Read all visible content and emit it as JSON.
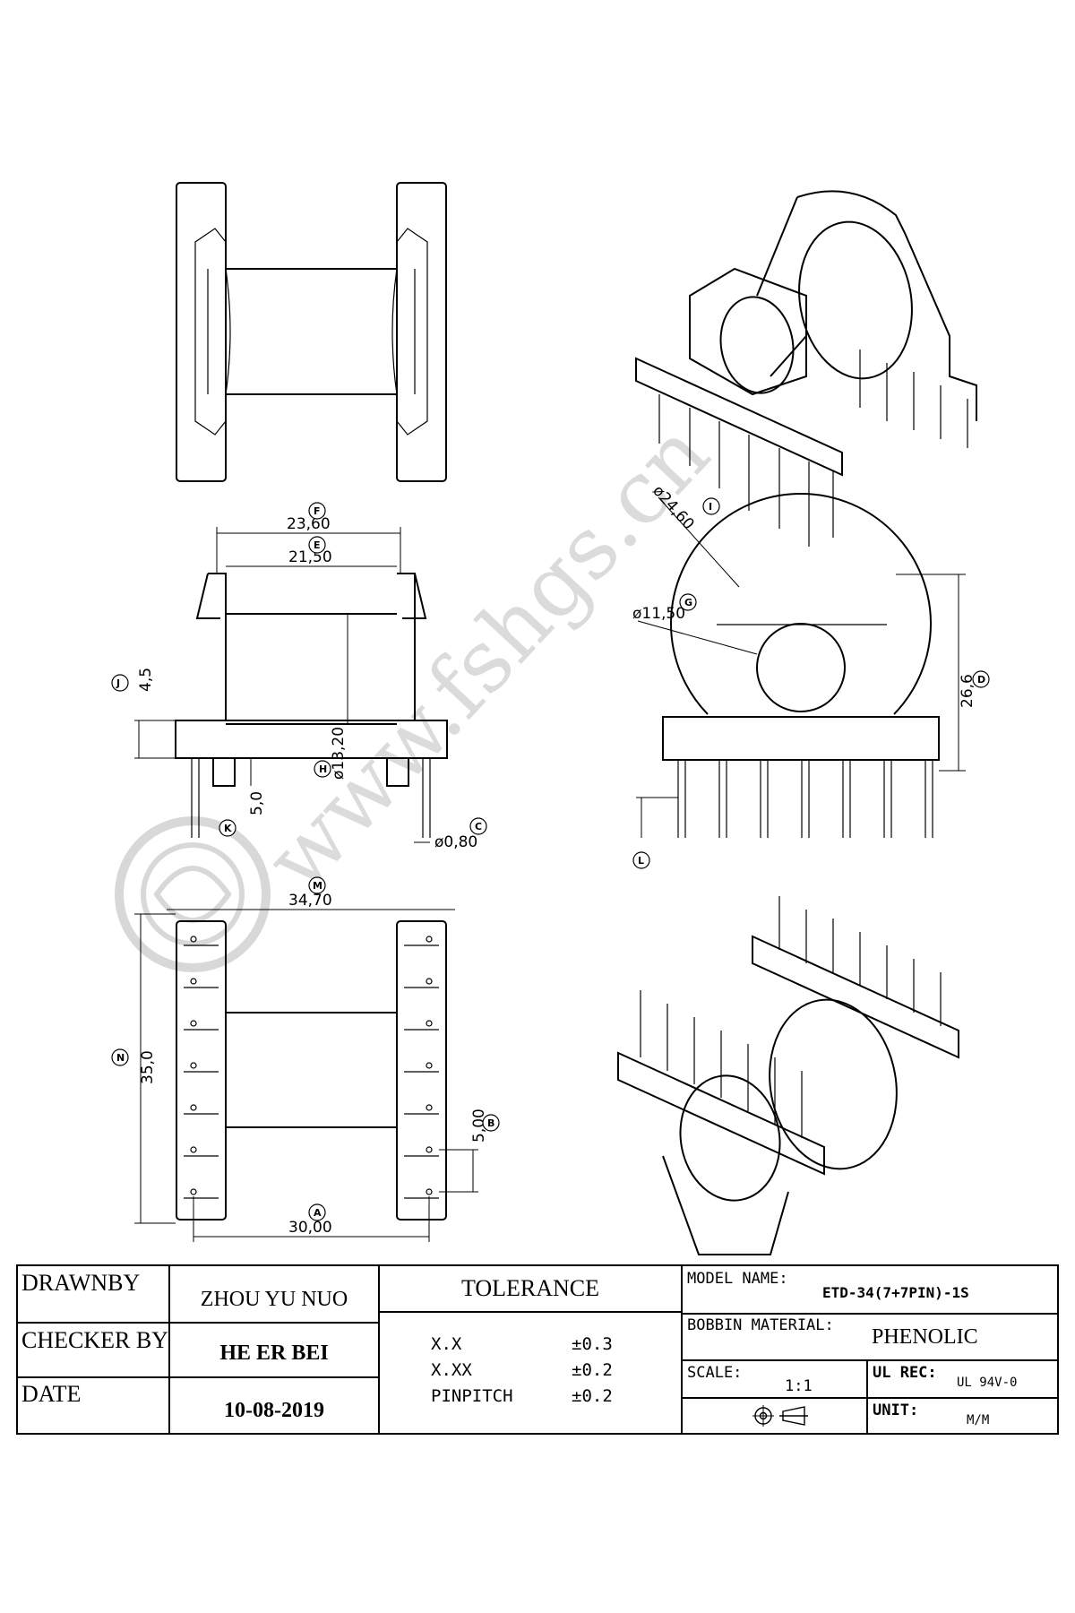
{
  "dimensions": {
    "F": "23,60",
    "E": "21,50",
    "J": "4,5",
    "H": "ø13,20",
    "K": "5,0",
    "C": "ø0,80",
    "I": "ø24,60",
    "G": "ø11,50",
    "D": "26,6",
    "M": "34,70",
    "N": "35,0",
    "B": "5,00",
    "A": "30,00"
  },
  "callouts": [
    "F",
    "E",
    "J",
    "H",
    "K",
    "C",
    "I",
    "G",
    "D",
    "L",
    "M",
    "N",
    "B",
    "A"
  ],
  "watermark": "www.fshgs.cn",
  "title_block": {
    "drawn_by_label": "DRAWNBY",
    "drawn_by_value": "ZHOU YU NUO",
    "checker_label": "CHECKER BY",
    "checker_value": "HE ER BEI",
    "date_label": "DATE",
    "date_value": "10-08-2019",
    "tolerance_label": "TOLERANCE",
    "tolerance_rows": [
      {
        "key": "X.X",
        "value": "±0.3"
      },
      {
        "key": "X.XX",
        "value": "±0.2"
      },
      {
        "key": "PINPITCH",
        "value": "±0.2"
      }
    ],
    "model_label": "MODEL NAME:",
    "model_value": "ETD-34(7+7PIN)-1S",
    "material_label": "BOBBIN MATERIAL:",
    "material_value": "PHENOLIC",
    "scale_label": "SCALE:",
    "scale_value": "1:1",
    "ul_label": "UL REC:",
    "ul_value": "UL 94V-0",
    "unit_label": "UNIT:",
    "unit_value": "M/M",
    "projection_symbol": "projection-symbol-icon"
  }
}
